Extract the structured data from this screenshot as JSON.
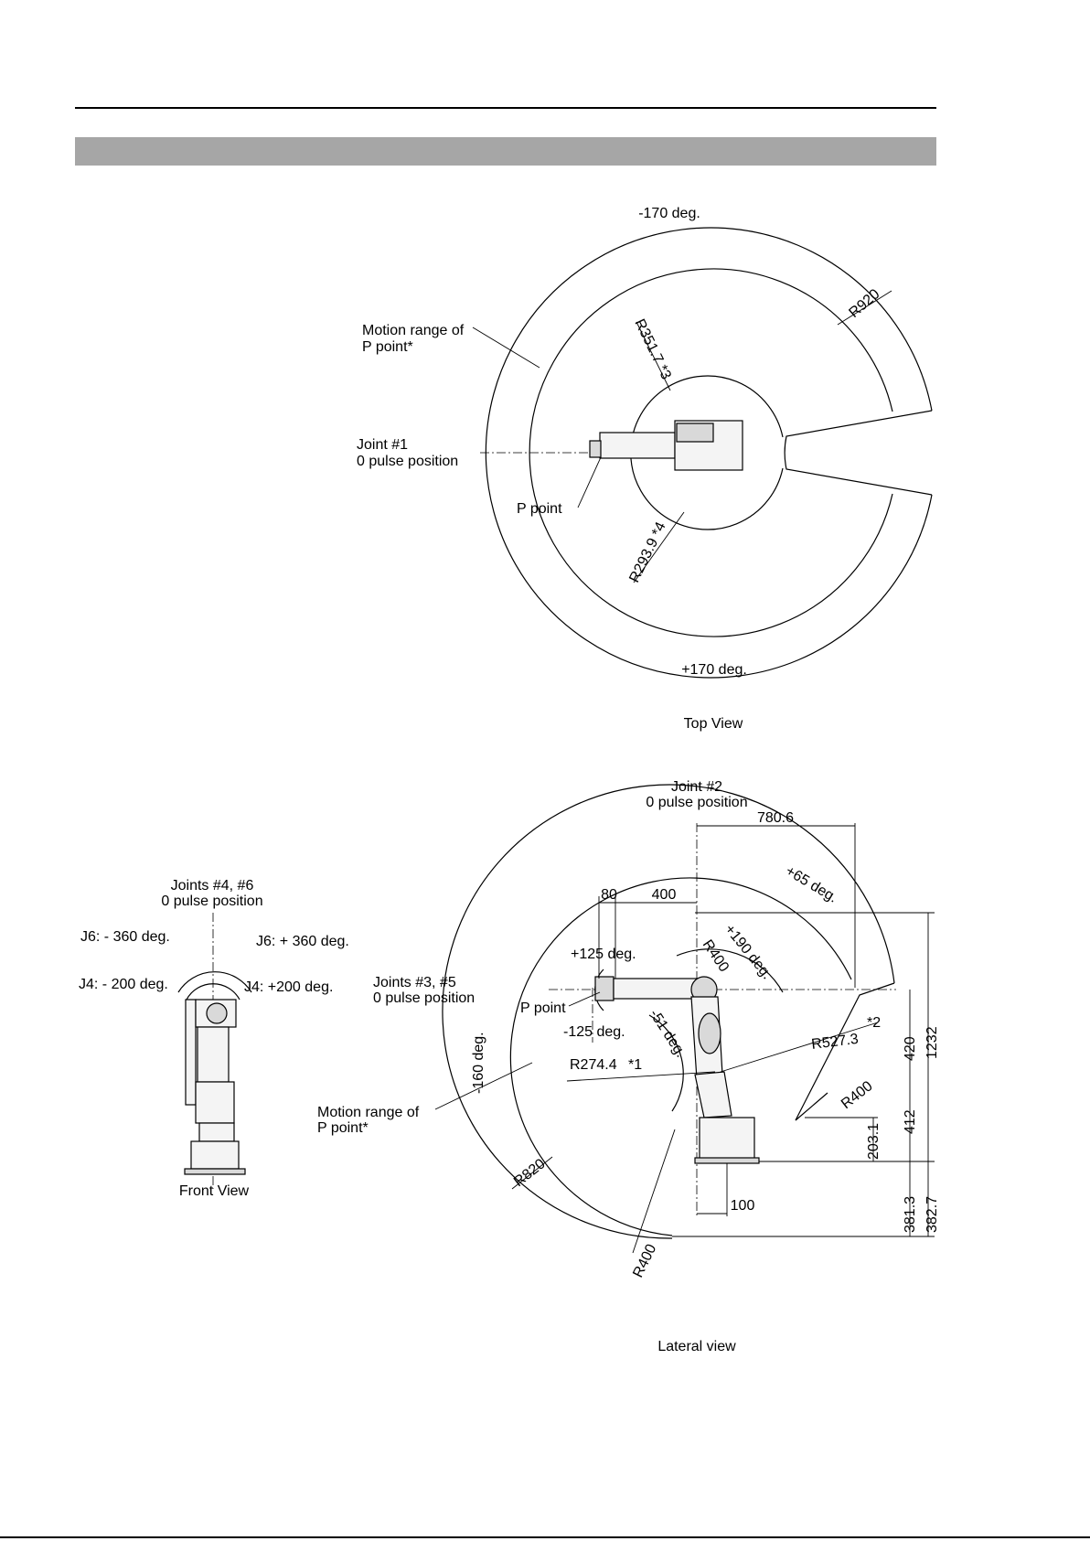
{
  "top_view": {
    "deg_neg": "-170 deg.",
    "deg_pos": "+170 deg.",
    "r_outer": "R920",
    "r_inner_top": "R351.7 *3",
    "r_inner_bottom": "R293.9 *4",
    "motion_range_l1": "Motion range of",
    "motion_range_l2": "P point*",
    "joint_l1": "Joint #1",
    "joint_l2": "0 pulse position",
    "p_point": "P point",
    "caption": "Top View"
  },
  "front_view": {
    "joints_l1": "Joints #4, #6",
    "joints_l2": "0 pulse position",
    "j6_neg": "J6: - 360 deg.",
    "j6_pos": "J6: + 360 deg.",
    "j4_neg": "J4: - 200 deg.",
    "j4_pos": "J4: +200 deg.",
    "caption": "Front View"
  },
  "lateral_view": {
    "joint2_l1": "Joint #2",
    "joint2_l2": "0 pulse position",
    "dim_780": "780.6",
    "deg_65": "+65 deg.",
    "dim_80": "80",
    "dim_400": "400",
    "deg_190": "+190 deg.",
    "r400_a": "R400",
    "deg_125_pos": "+125 deg.",
    "joints35_l1": "Joints #3, #5",
    "joints35_l2": "0 pulse position",
    "p_point": "P point",
    "deg_125_neg": "-125 deg.",
    "deg_51": "-51 deg.",
    "r527": "R527.3",
    "note2": "*2",
    "deg_160": "-160 deg.",
    "r274": "R274.4",
    "note1": "*1",
    "motion_range_l1": "Motion range of",
    "motion_range_l2": "P point*",
    "r400_b": "R400",
    "r820": "R820",
    "dim_100": "100",
    "r400_c": "R400",
    "v_420": "420",
    "v_1232": "1232",
    "v_412": "412",
    "v_203": "203.1",
    "v_381": "381.3",
    "v_382": "382.7",
    "caption": "Lateral view"
  }
}
